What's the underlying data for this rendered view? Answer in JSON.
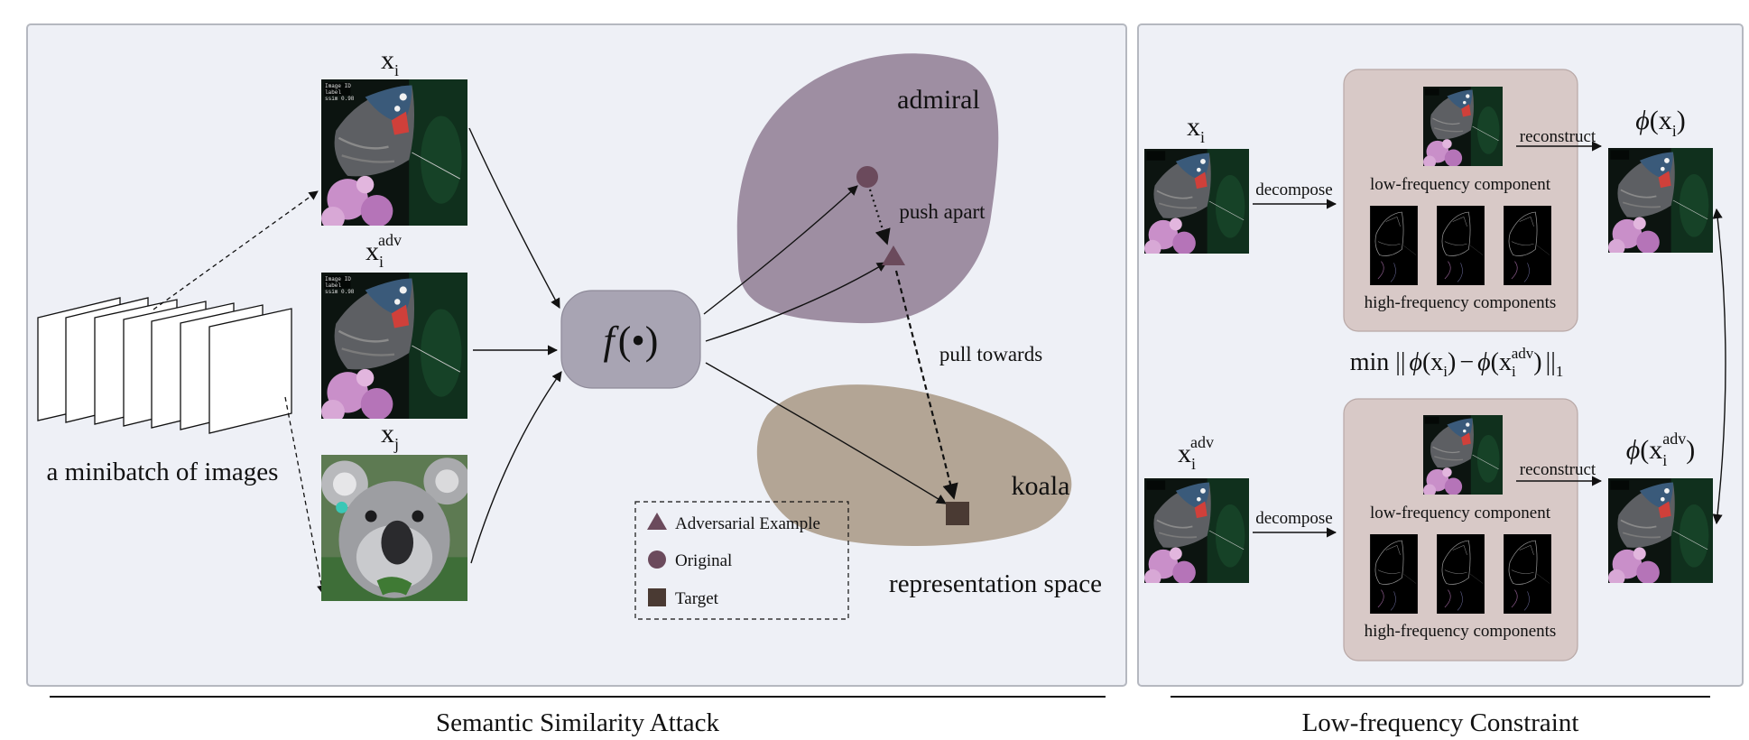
{
  "left_panel": {
    "caption": "Semantic Similarity Attack",
    "minibatch_label": "a minibatch of images",
    "images": {
      "xi": {
        "base": "x",
        "sub": "i",
        "sup": "",
        "stamp": [
          "Image ID",
          "label",
          "ssim 0.98"
        ]
      },
      "xi_adv": {
        "base": "x",
        "sub": "i",
        "sup": "adv",
        "stamp": [
          "Image ID",
          "label",
          "ssim 0.98"
        ]
      },
      "xj": {
        "base": "x",
        "sub": "j",
        "sup": ""
      }
    },
    "encoder": {
      "f": "f",
      "arg": "(•)"
    },
    "regions": {
      "admiral": "admiral",
      "koala": "koala"
    },
    "annotations": {
      "push_apart": "push apart",
      "pull_towards": "pull towards",
      "space": "representation space"
    },
    "legend": [
      {
        "shape": "triangle",
        "label": "Adversarial Example",
        "color": "#6b4a5c"
      },
      {
        "shape": "circle",
        "label": "Original",
        "color": "#6b4a5c"
      },
      {
        "shape": "square",
        "label": "Target",
        "color": "#4a3a33"
      }
    ]
  },
  "right_panel": {
    "caption": "Low-frequency Constraint",
    "top": {
      "input": {
        "base": "x",
        "sub": "i",
        "sup": ""
      },
      "output": {
        "phi": "ϕ",
        "base": "x",
        "sub": "i",
        "sup": ""
      }
    },
    "bottom": {
      "input": {
        "base": "x",
        "sub": "i",
        "sup": "adv"
      },
      "output": {
        "phi": "ϕ",
        "base": "x",
        "sub": "i",
        "sup": "adv"
      }
    },
    "decompose": "decompose",
    "reconstruct": "reconstruct",
    "low_freq": "low-frequency component",
    "high_freq": "high-frequency components",
    "objective": {
      "min": "min ||",
      "phi": "ϕ",
      "x": "x",
      "sub": "i",
      "sup": "adv",
      "minus": "−",
      "norm": "||",
      "norm_sub": "1"
    }
  },
  "colors": {
    "panel_bg": "#eef0f6",
    "panel_border": "#b5b8c0",
    "encoder_fill": "#a8a4b3",
    "admiral_fill": "#9e8ea2",
    "koala_fill": "#b3a595",
    "box_fill": "#d8c9c7",
    "marker": "#6b4a5c",
    "target": "#4a3a33"
  }
}
